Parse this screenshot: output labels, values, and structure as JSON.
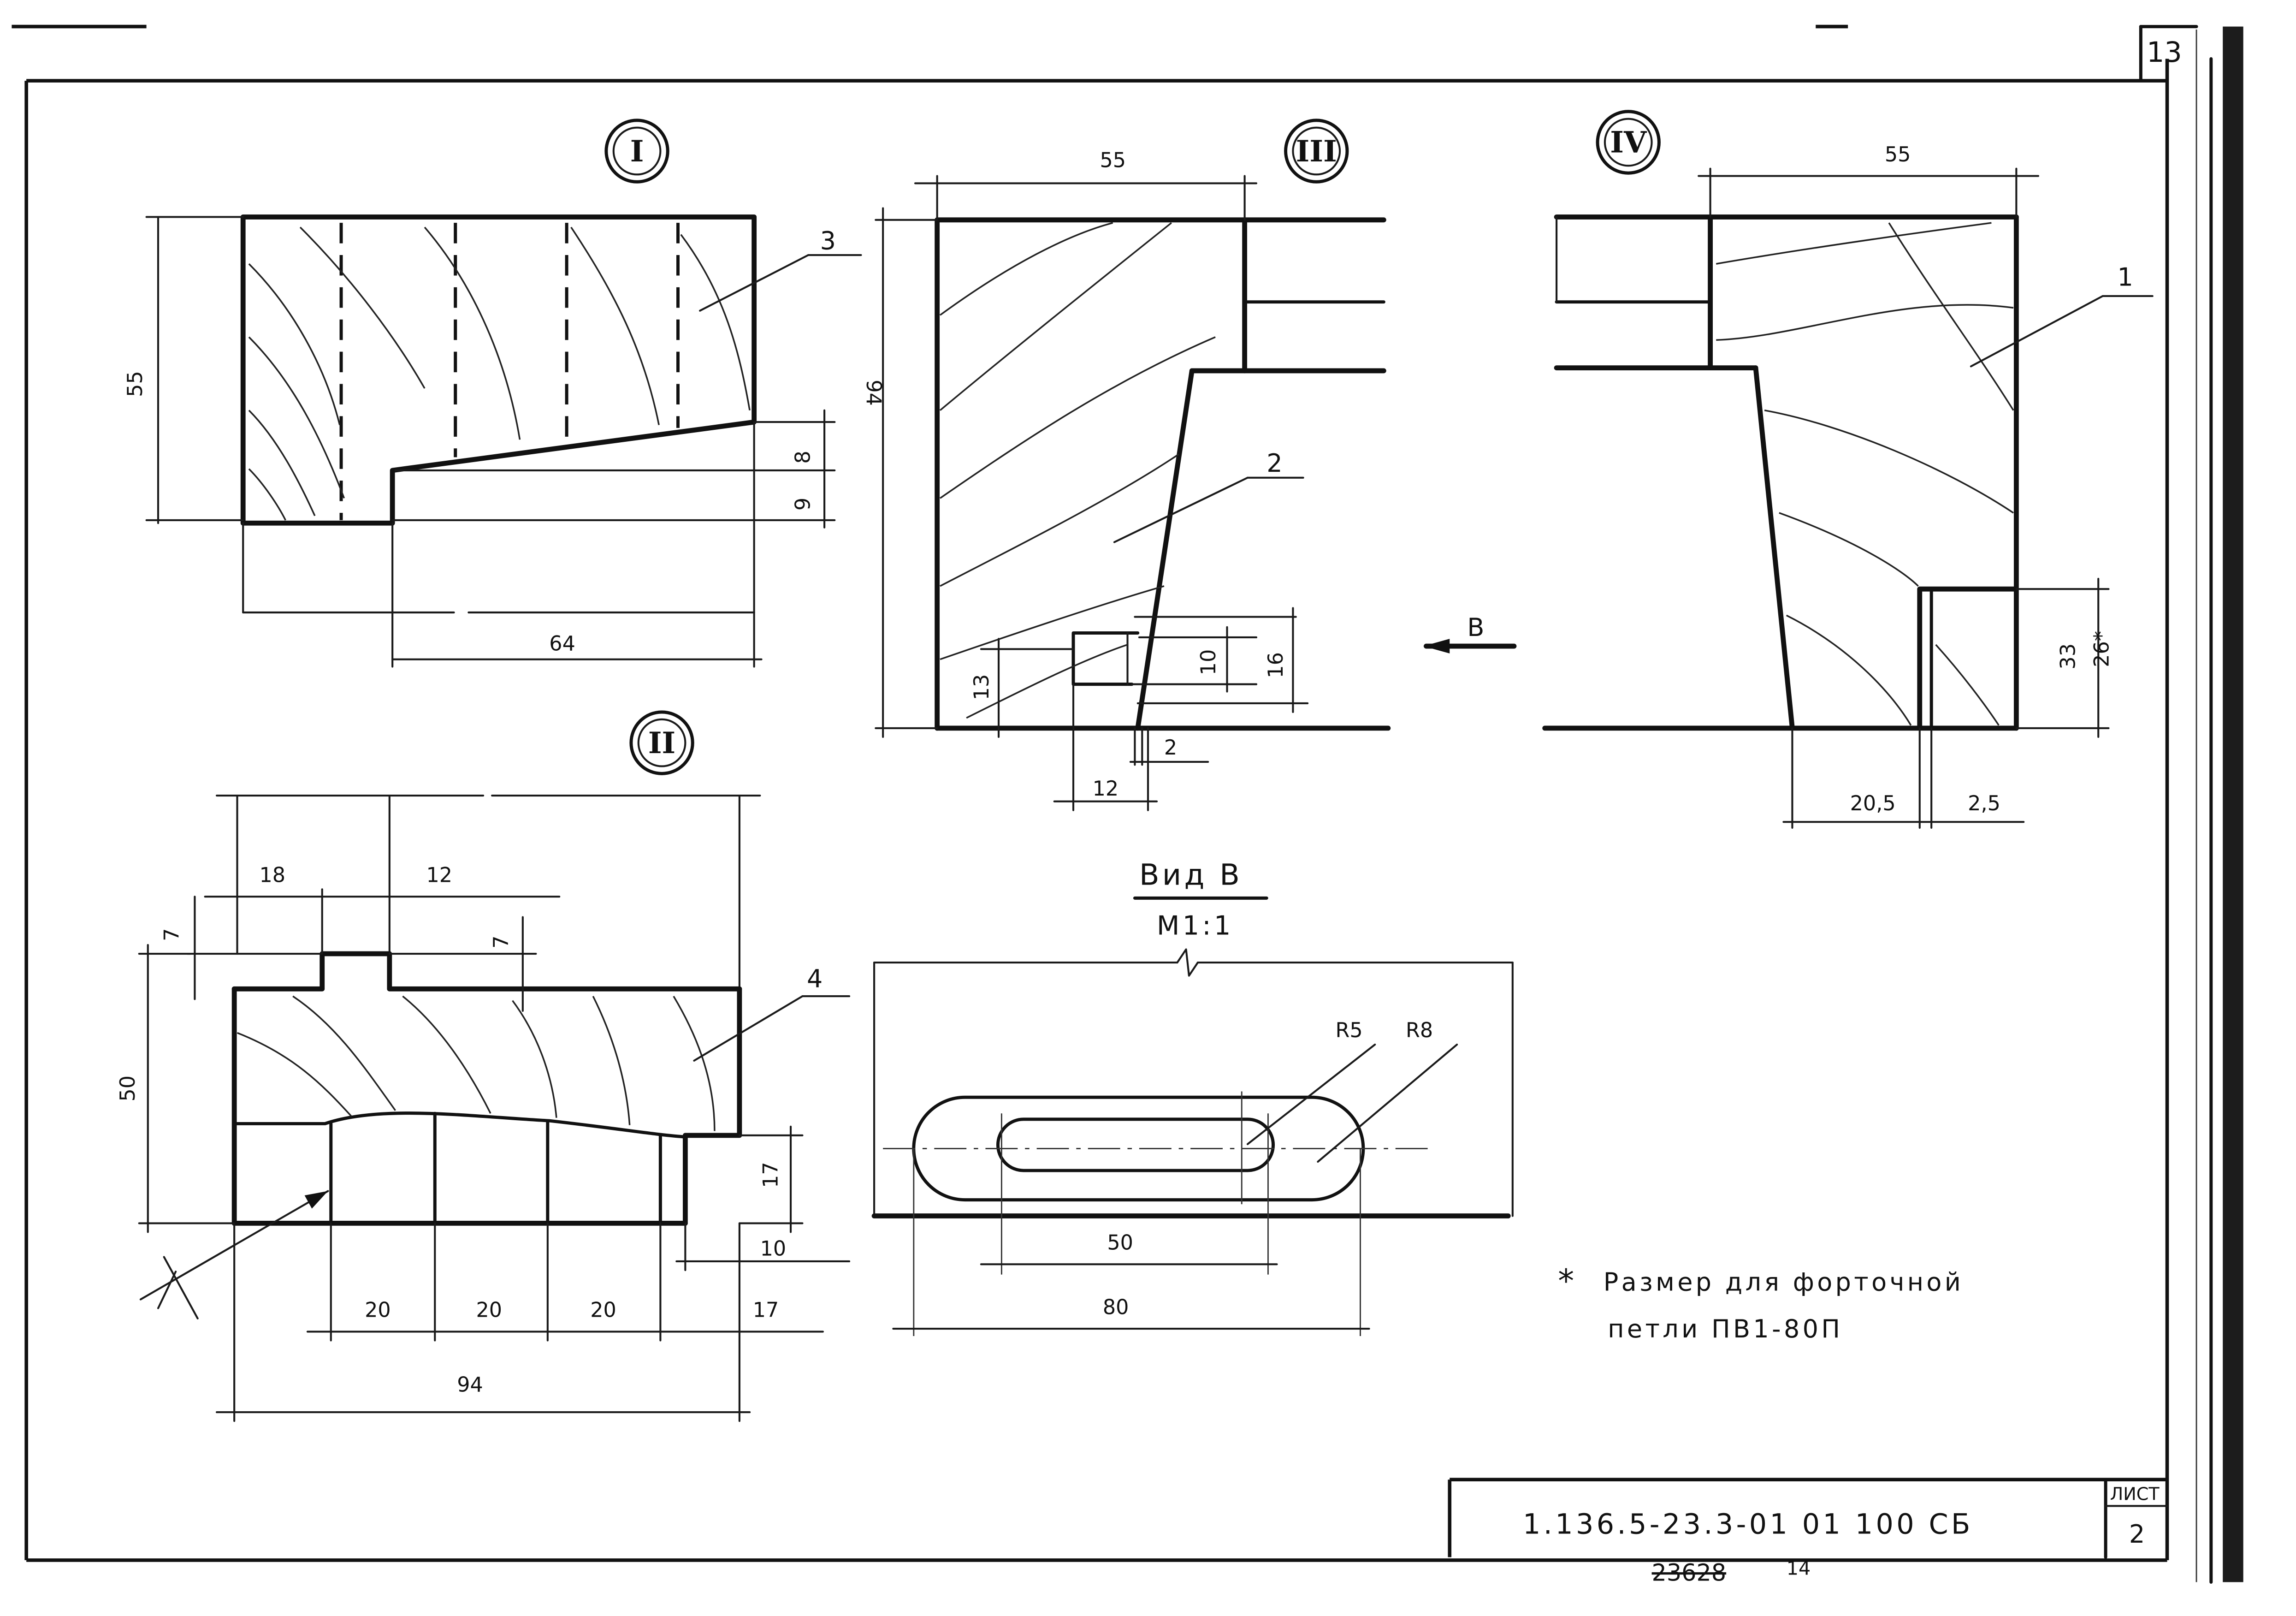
{
  "sheet": {
    "page_mark": "13",
    "title_block": {
      "code": "1.136.5-23.3-01 01 100 СБ",
      "sheet_label": "ЛИСТ",
      "sheet_number": "2"
    },
    "archive_number": "23628",
    "archive_suffix": "14"
  },
  "views": {
    "view1": {
      "label": "I",
      "part_number": "3",
      "dims": {
        "height": "55",
        "width": "64",
        "step_upper": "8",
        "step_lower": "9"
      }
    },
    "view2": {
      "label": "II",
      "part_number": "4",
      "dims": {
        "left_gap": "18",
        "right_gap": "12",
        "depth_left": "7",
        "depth_right": "7",
        "height": "50",
        "step": "17",
        "step_width": "10",
        "seg1": "20",
        "seg2": "20",
        "seg3": "20",
        "seg4": "17",
        "total": "94"
      }
    },
    "view3": {
      "label": "III",
      "part_number": "2",
      "dims": {
        "top": "55",
        "height": "94",
        "slot_h": "10",
        "slot_total": "16",
        "slot_base": "13",
        "offset": "2",
        "slot_w": "12"
      }
    },
    "view4": {
      "label": "IV",
      "part_number": "1",
      "dims": {
        "top": "55",
        "h1": "33",
        "h2": "26*",
        "w1": "20,5",
        "w2": "2,5"
      }
    },
    "view_b": {
      "arrow_label": "В",
      "title": "Вид В",
      "scale": "М1:1",
      "dims": {
        "r_small": "R5",
        "r_large": "R8",
        "inner": "50",
        "outer": "80"
      }
    }
  },
  "note": {
    "star": "*",
    "line1": "Размер для форточной",
    "line2": "петли ПВ1-80П"
  }
}
